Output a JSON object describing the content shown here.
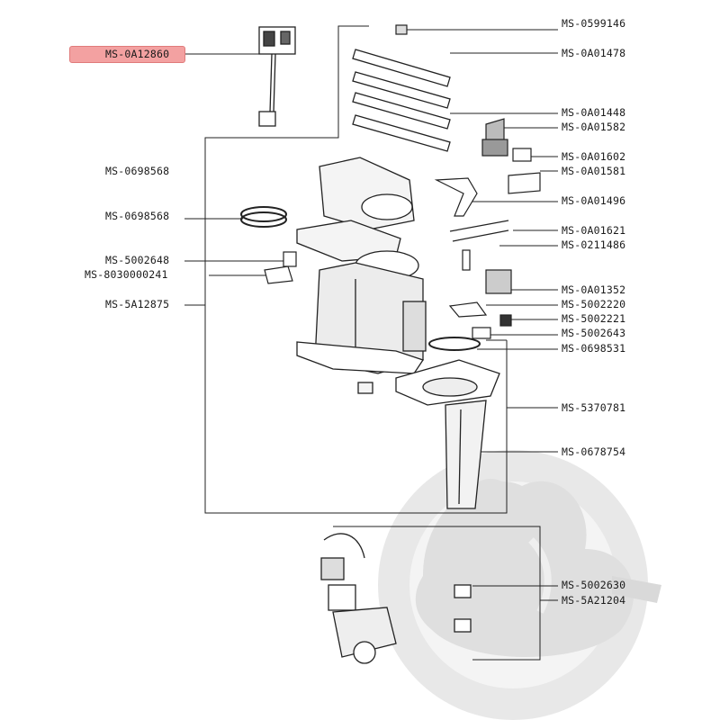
{
  "highlight_color": "#f3a1a1",
  "labels": {
    "l01": "MS-0599146",
    "l02": "MS-0A12860",
    "l03": "MS-0A01478",
    "l04": "MS-0A01448",
    "l05": "MS-0A01582",
    "l06": "MS-0A01602",
    "l07": "MS-0698568",
    "l08": "MS-0A01581",
    "l09": "MS-0A01496",
    "l10": "MS-0698568",
    "l11": "MS-0A01621",
    "l12": "MS-0211486",
    "l13": "MS-5002648",
    "l14": "MS-8030000241",
    "l15": "MS-0A01352",
    "l16": "MS-5A12875",
    "l17": "MS-5002220",
    "l18": "MS-5002221",
    "l19": "MS-5002643",
    "l20": "MS-0698531",
    "l21": "MS-5370781",
    "l22": "MS-0678754",
    "l23": "MS-5002630",
    "l24": "MS-5A21204"
  },
  "selected_part": "MS-0A12860"
}
